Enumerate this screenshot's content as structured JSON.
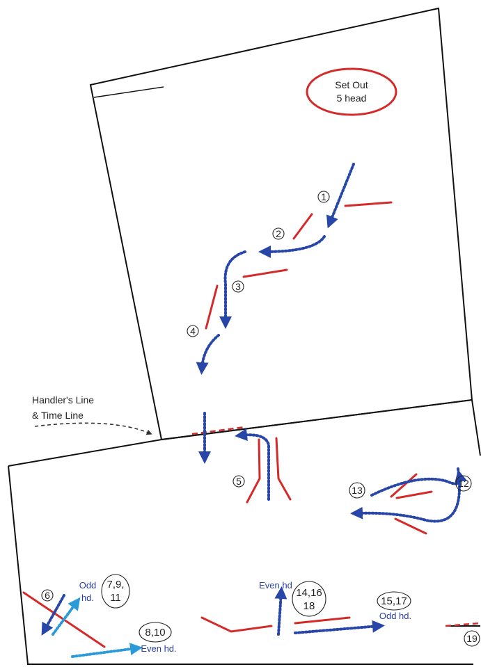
{
  "diagram": {
    "set_out": [
      "Set Out",
      "5 head"
    ],
    "handler_line": [
      "Handler's Line",
      "& Time Line"
    ],
    "markers": {
      "m1": "1",
      "m2": "2",
      "m3": "3",
      "m4": "4",
      "m5": "5",
      "m6": "6",
      "m12": "12",
      "m13": "13",
      "m19": "19"
    },
    "multi_markers": {
      "m7_9_11": [
        "7,9,",
        "11"
      ],
      "m8_10": "8,10",
      "m14_16_18": [
        "14,16",
        "18"
      ],
      "m15_17": "15,17"
    },
    "labels": {
      "odd_hd_left": [
        "Odd",
        "hd."
      ],
      "even_hd_bottom": "Even hd.",
      "even_hd_middle": "Even hd",
      "odd_hd_right": "Odd hd."
    },
    "colors": {
      "jump": "#d42a2a",
      "path": "#2746a8",
      "path_light": "#2a9ad8",
      "border": "#111111"
    }
  }
}
